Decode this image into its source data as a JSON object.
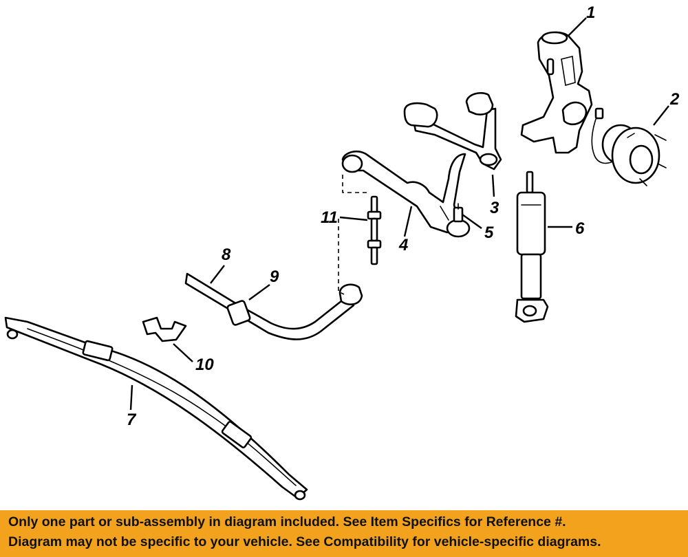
{
  "callouts": [
    "1",
    "2",
    "3",
    "4",
    "5",
    "6",
    "7",
    "8",
    "9",
    "10",
    "11"
  ],
  "disclaimer": {
    "line1": "Only one part or sub-assembly in diagram included. See Item Specifics for Reference #.",
    "line2": "Diagram may not be specific to your vehicle. See Compatibility for vehicle-specific diagrams."
  },
  "colors": {
    "banner": "#f2a21d",
    "linework": "#000000",
    "background": "#ffffff"
  }
}
